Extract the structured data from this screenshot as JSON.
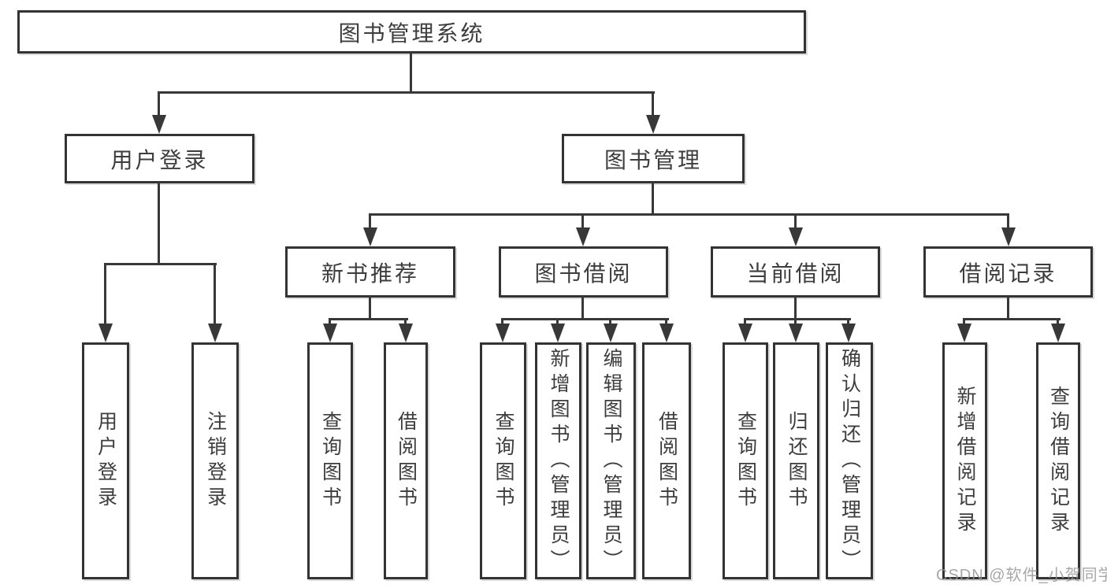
{
  "tree": {
    "root": "图书管理系统",
    "branches": [
      {
        "label": "用户登录",
        "children": [
          "用户登录",
          "注销登录"
        ]
      },
      {
        "label": "图书管理",
        "sections": [
          {
            "label": "新书推荐",
            "children": [
              "查询图书",
              "借阅图书"
            ]
          },
          {
            "label": "图书借阅",
            "children": [
              "查询图书",
              "新增图书（管理员）",
              "编辑图书（管理员）",
              "借阅图书"
            ]
          },
          {
            "label": "当前借阅",
            "children": [
              "查询图书",
              "归还图书",
              "确认归还（管理员）"
            ]
          },
          {
            "label": "借阅记录",
            "children": [
              "新增借阅记录",
              "查询借阅记录"
            ]
          }
        ]
      }
    ]
  },
  "watermark": "CSDN @软件_小贺同学",
  "colors": {
    "line": "#383838",
    "box_border": "#333333",
    "text": "#3d3d3d",
    "watermark": "#949494",
    "background": "#ffffff"
  }
}
